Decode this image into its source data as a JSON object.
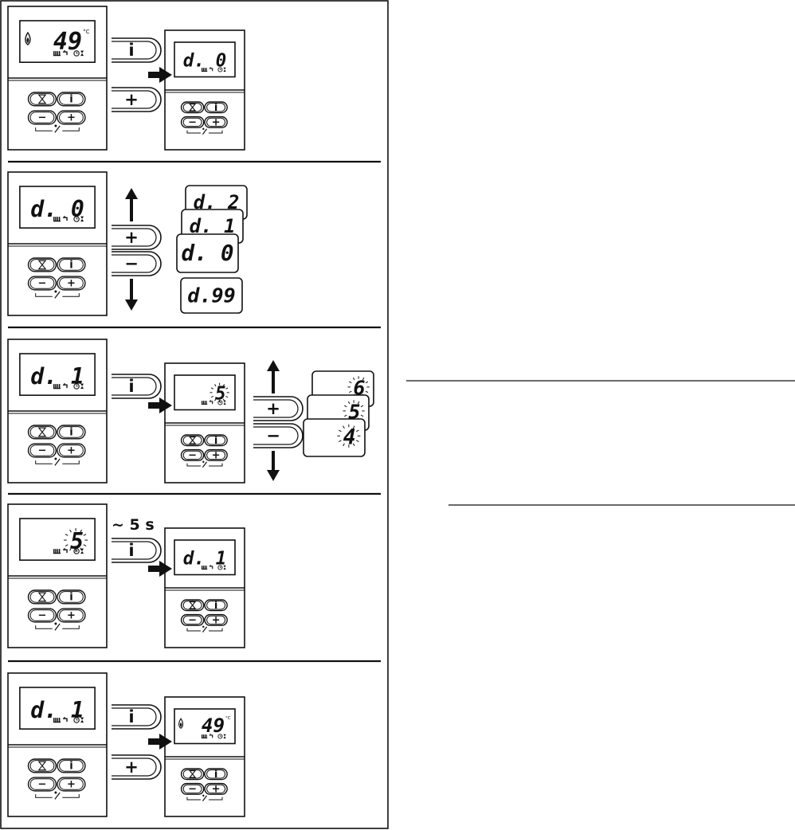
{
  "colors": {
    "ink": "#111111",
    "paper": "#ffffff"
  },
  "icons": [
    "flame-icon",
    "radiator-icon",
    "tap-icon",
    "clock-icon",
    "hourglass-icon",
    "chimney-sweep-icon",
    "arrow-right-icon",
    "arrow-up-icon",
    "arrow-down-icon",
    "blink-rays-icon"
  ],
  "keys": {
    "info": "i",
    "plus": "+",
    "minus": "−"
  },
  "unit": "°C",
  "timing_label": "~ 5 s",
  "steps": [
    {
      "display": "49",
      "target": "d. 0",
      "buttons": [
        "i",
        "+"
      ]
    },
    {
      "display": "d. 0",
      "sequence": [
        "d. 2",
        "d. 1",
        "d. 0",
        "d.99"
      ],
      "buttons": [
        "+",
        "−"
      ]
    },
    {
      "display": "d. 1",
      "target": "5",
      "sequence": [
        "6",
        "5",
        "4"
      ],
      "buttons": [
        "i",
        "+",
        "−"
      ]
    },
    {
      "display": "5",
      "target": "d. 1",
      "buttons": [
        "i"
      ]
    },
    {
      "display": "d. 1",
      "target": "49",
      "buttons": [
        "i",
        "+"
      ]
    }
  ]
}
